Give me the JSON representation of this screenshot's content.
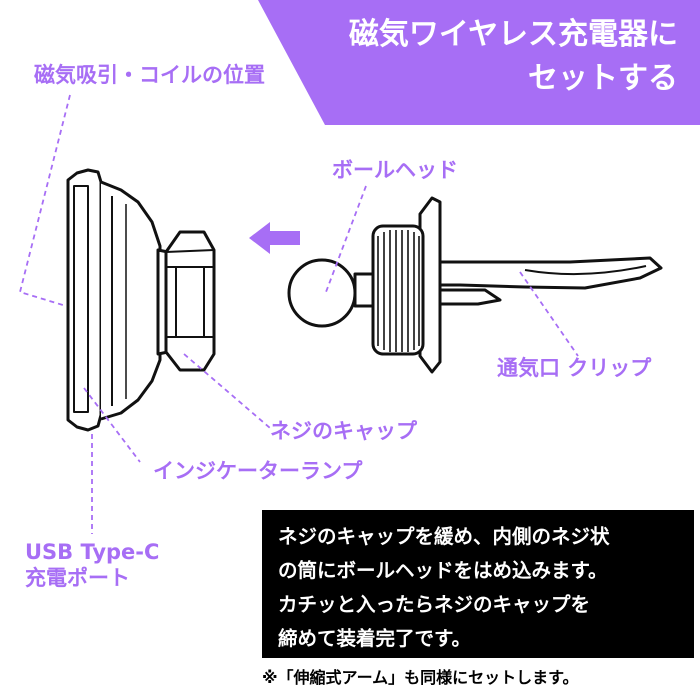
{
  "banner": {
    "line1": "磁気ワイヤレス充電器に",
    "line2": "セットする",
    "color": "#a76ef5"
  },
  "callouts": {
    "magnet_area": "磁気吸引・コイルの位置",
    "ball_head": "ボールヘッド",
    "vent_clip": "通気口 クリップ",
    "screw_cap": "ネジのキャップ",
    "indicator_lamp": "インジケーターランプ",
    "usb_port_line1": "USB Type-C",
    "usb_port_line2": "充電ポート",
    "color": "#a76ef5"
  },
  "instructions": {
    "lines": [
      "ネジのキャップを緩め、内側のネジ状",
      "の筒にボールヘッドをはめ込みます。",
      "カチッと入ったらネジのキャップを",
      "締めて装着完了です。"
    ]
  },
  "footnote": "※「伸縮式アーム」も同様にセットします。"
}
